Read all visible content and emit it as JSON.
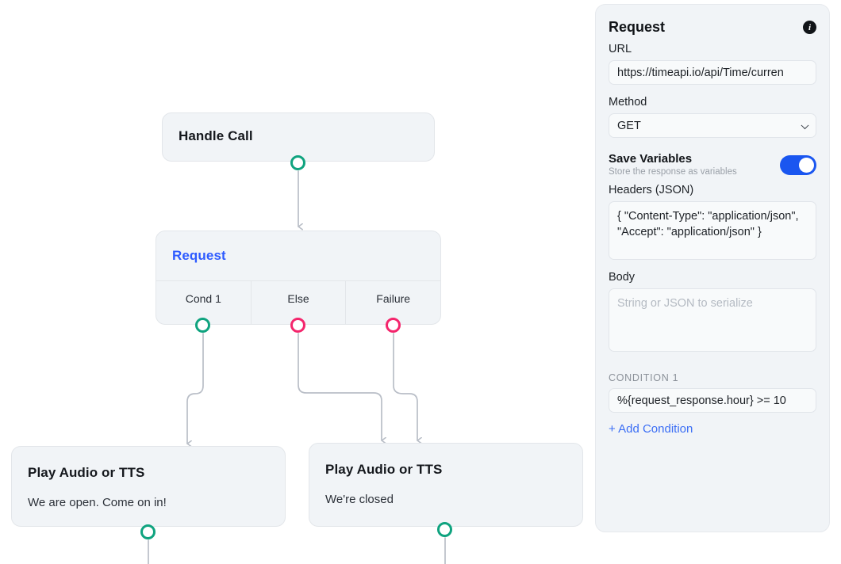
{
  "flow": {
    "nodes": [
      {
        "id": "handle-call",
        "title": "Handle Call"
      },
      {
        "id": "request",
        "title": "Request",
        "ports": [
          {
            "label": "Cond 1",
            "color": "#0fa37f"
          },
          {
            "label": "Else",
            "color": "#f4256c"
          },
          {
            "label": "Failure",
            "color": "#f4256c"
          }
        ]
      },
      {
        "id": "tts-open",
        "title": "Play Audio or TTS",
        "subtitle": "We are open. Come on in!"
      },
      {
        "id": "tts-closed",
        "title": "Play Audio or TTS",
        "subtitle": "We're closed"
      }
    ],
    "colors": {
      "success_dot": "#0fa37f",
      "failure_dot": "#f4256c",
      "wire": "#b9bec7",
      "node_bg": "#f1f4f7",
      "node_border": "#e3e6ea",
      "request_title": "#2e5bff"
    }
  },
  "panel": {
    "title": "Request",
    "info_icon": "info-icon",
    "url": {
      "label": "URL",
      "value": "https://timeapi.io/api/Time/curren"
    },
    "method": {
      "label": "Method",
      "value": "GET",
      "caret_icon": "chevron-down-icon"
    },
    "save_variables": {
      "title": "Save Variables",
      "subtitle": "Store the response as variables",
      "enabled": true,
      "accent": "#1a56f0"
    },
    "headers": {
      "label": "Headers (JSON)",
      "value": "{ \"Content-Type\": \"application/json\", \"Accept\": \"application/json\" }"
    },
    "body": {
      "label": "Body",
      "value": "",
      "placeholder": "String or JSON to serialize"
    },
    "condition": {
      "label": "CONDITION 1",
      "value": "%{request_response.hour} >= 10",
      "add_label": "+ Add Condition",
      "add_color": "#3b6ef5"
    }
  }
}
